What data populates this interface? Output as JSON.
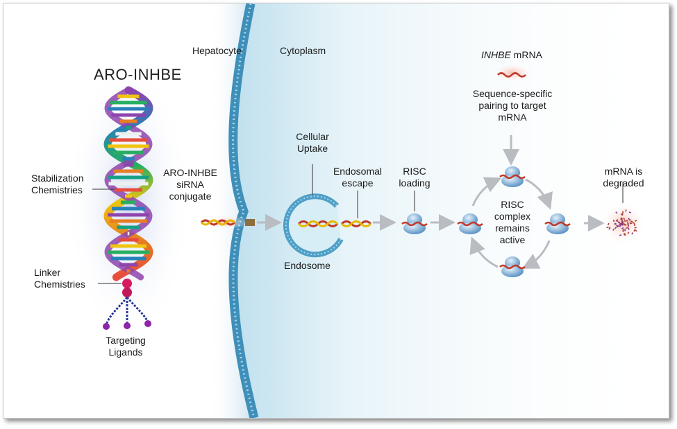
{
  "colors": {
    "membrane": "#4f9fc6",
    "membrane_dots": "#9fd3ec",
    "cytoplasm": "#d9eef6",
    "arrow": "#b9bcc0",
    "risc": "#7fb2d8",
    "degraded": "#c0392b"
  },
  "title": "ARO-INHBE",
  "labels": {
    "hepatocyte": "Hepatocyte",
    "cytoplasm": "Cytoplasm",
    "mrna_name": "INHBE",
    "mrna_suffix": " mRNA",
    "pairing": [
      "Sequence-specific",
      "pairing to target",
      "mRNA"
    ],
    "stabilization": [
      "Stabilization",
      "Chemistries"
    ],
    "linker": [
      "Linker",
      "Chemistries"
    ],
    "targeting": [
      "Targeting",
      "Ligands"
    ],
    "conjugate": [
      "ARO-INHBE",
      "siRNA",
      "conjugate"
    ],
    "uptake": [
      "Cellular",
      "Uptake"
    ],
    "escape": [
      "Endosomal",
      "escape"
    ],
    "risc_loading": [
      "RISC",
      "loading"
    ],
    "endosome": "Endosome",
    "risc_active": [
      "RISC",
      "complex",
      "remains",
      "active"
    ],
    "degraded": [
      "mRNA is",
      "degraded"
    ]
  },
  "icons": [
    "dna-helix-icon",
    "risc-complex-icon",
    "mrna-strand-icon",
    "degraded-fragments-icon"
  ]
}
